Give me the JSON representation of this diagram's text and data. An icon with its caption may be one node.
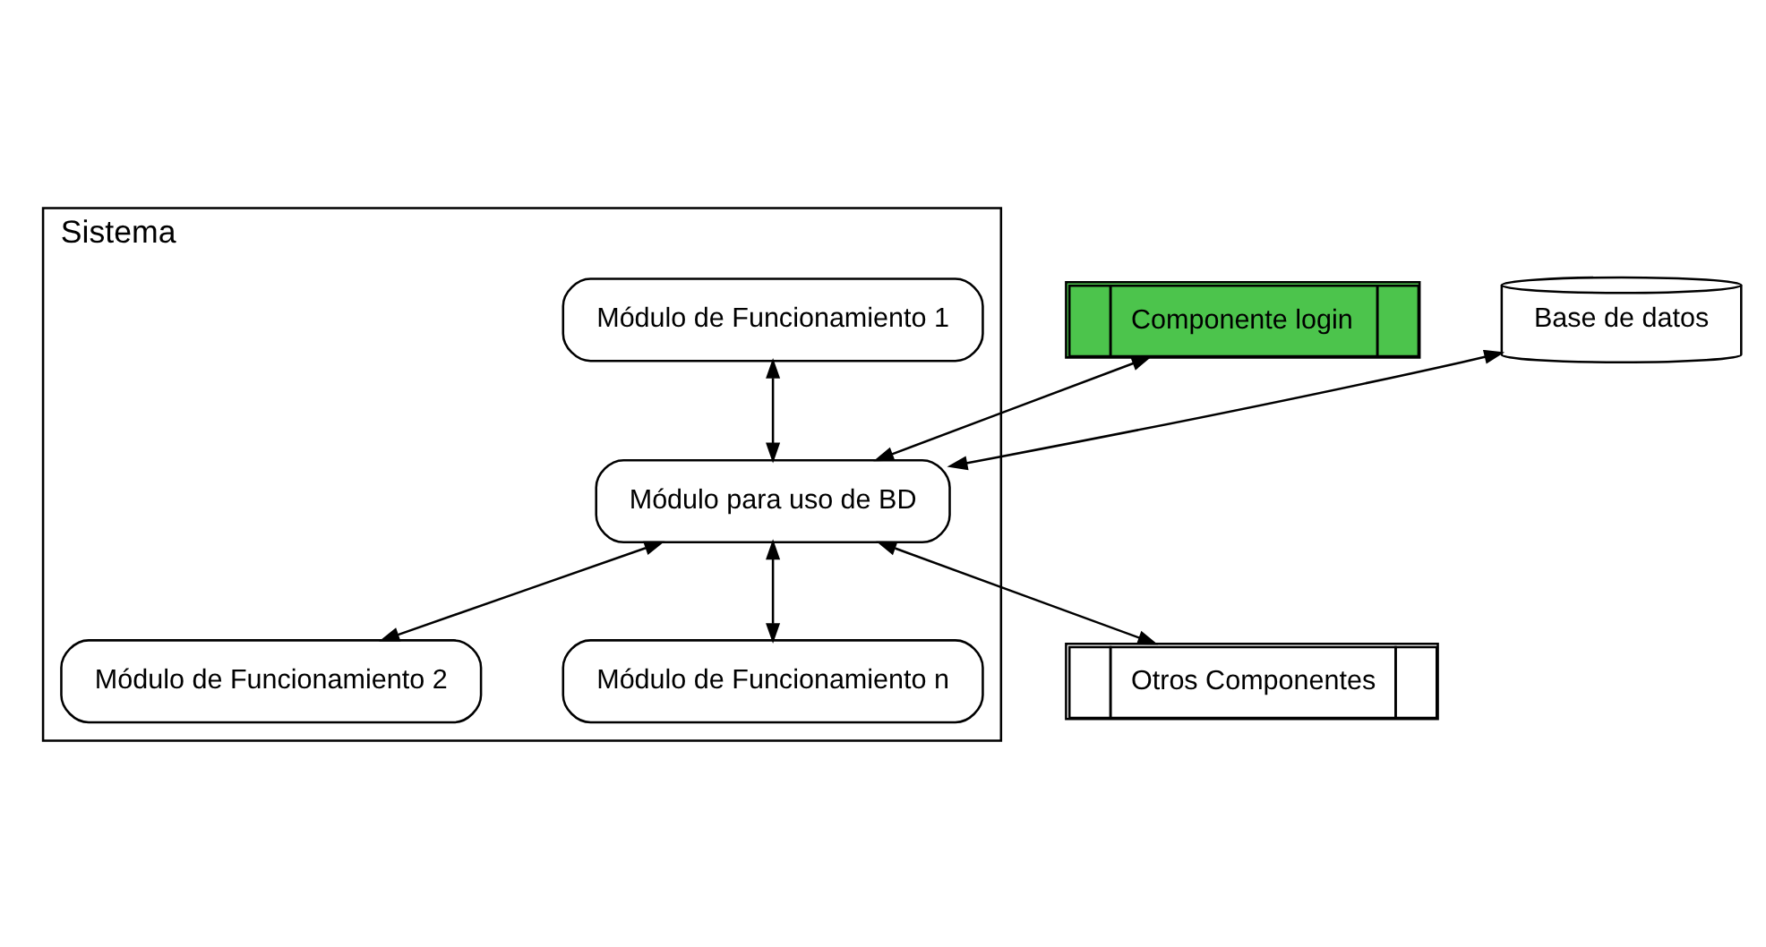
{
  "diagram": {
    "nodes": [
      {
        "text": [
          "Sistema"
        ]
      },
      {
        "text": [
          "Módulo de Funcionamiento 1"
        ],
        "in": 0
      },
      {
        "text": [
          "Módulo para uso de BD"
        ],
        "in": 0
      },
      {
        "text": [
          "Módulo de Funcionamiento 2"
        ],
        "in": 0
      },
      {
        "text": [
          "Módulo de Funcionamiento n"
        ],
        "in": 0
      },
      {
        "text": [
          "Base de datos"
        ]
      },
      {
        "text": [
          "Componente login"
        ]
      },
      {
        "text": [
          "Otros Componentes"
        ]
      }
    ],
    "edges": [
      {
        "from": 1,
        "to": 2,
        "arrow": "both"
      },
      {
        "from": 5,
        "to": 2,
        "arrow": "both"
      },
      {
        "from": 2,
        "to": 6,
        "arrow": "both"
      },
      {
        "from": 2,
        "to": 3,
        "arrow": "both"
      },
      {
        "from": 2,
        "to": 4,
        "arrow": "both"
      },
      {
        "from": 2,
        "to": 7,
        "arrow": "both"
      }
    ]
  }
}
